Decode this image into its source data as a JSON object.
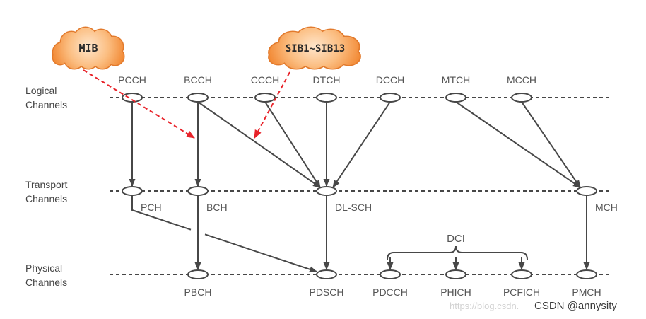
{
  "rows": {
    "logical": {
      "label": [
        "Logical",
        "Channels"
      ],
      "channels": [
        "PCCH",
        "BCCH",
        "CCCH",
        "DTCH",
        "DCCH",
        "MTCH",
        "MCCH"
      ]
    },
    "transport": {
      "label": [
        "Transport",
        "Channels"
      ],
      "channels": [
        "PCH",
        "BCH",
        "DL-SCH",
        "MCH"
      ]
    },
    "physical": {
      "label": [
        "Physical",
        "Channels"
      ],
      "channels": [
        "PBCH",
        "PDSCH",
        "PDCCH",
        "PHICH",
        "PCFICH",
        "PMCH"
      ]
    }
  },
  "mappings": [
    {
      "from": "PCCH",
      "to": "PCH"
    },
    {
      "from": "BCCH",
      "to": "BCH"
    },
    {
      "from": "BCCH",
      "to": "DL-SCH"
    },
    {
      "from": "CCCH",
      "to": "DL-SCH"
    },
    {
      "from": "DTCH",
      "to": "DL-SCH"
    },
    {
      "from": "DCCH",
      "to": "DL-SCH"
    },
    {
      "from": "MTCH",
      "to": "MCH"
    },
    {
      "from": "MCCH",
      "to": "MCH"
    },
    {
      "from": "PCH",
      "to": "PDSCH"
    },
    {
      "from": "BCH",
      "to": "PBCH"
    },
    {
      "from": "DL-SCH",
      "to": "PDSCH"
    },
    {
      "from": "MCH",
      "to": "PMCH"
    }
  ],
  "dci": {
    "label": "DCI",
    "targets": [
      "PDCCH",
      "PHICH",
      "PCFICH"
    ]
  },
  "system_info": {
    "mib": "MIB",
    "sib": "SIB1~SIB13"
  },
  "colors": {
    "line": "#474747",
    "node_fill": "#ffffff",
    "cloud_inner": "#ffe6cc",
    "cloud_outer": "#f28a36",
    "cloud_edge": "#e27a2c",
    "pointer": "#e8232a"
  },
  "watermark": {
    "url": "https://blog.csdn.",
    "credit": "CSDN @annysity"
  }
}
